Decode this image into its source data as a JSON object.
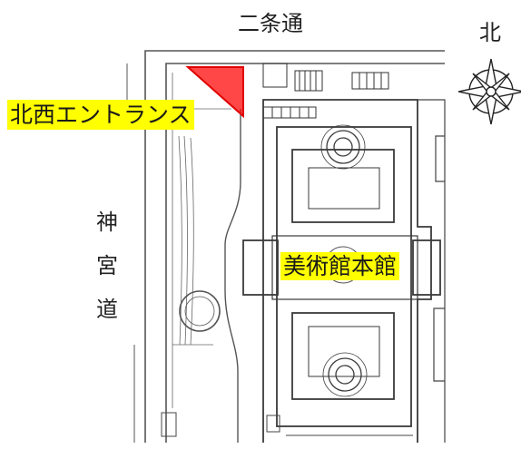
{
  "labels": {
    "street_north": "二条通",
    "street_west": [
      "神",
      "宮",
      "道"
    ],
    "north_symbol": "北",
    "entrance": "北西エントランス",
    "main_building": "美術館本館"
  },
  "compass": {
    "icon": "compass-rose-icon"
  },
  "colors": {
    "entrance_marker": "#ff0000",
    "label_highlight": "#ffff00",
    "plan_line": "#444444",
    "street_outline": "#555555",
    "label_text": "#222222"
  }
}
